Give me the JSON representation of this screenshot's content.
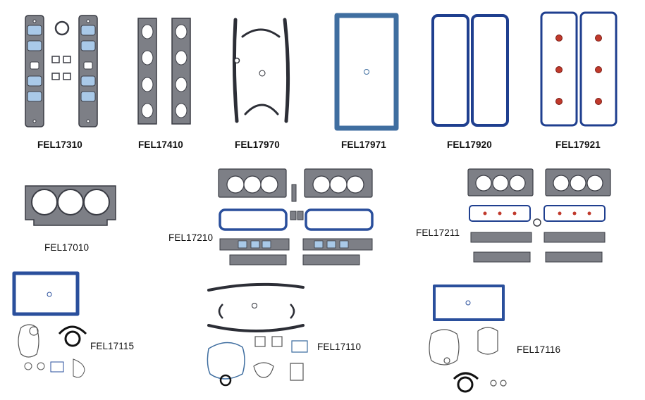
{
  "colors": {
    "gasket_gray": "#7d7f86",
    "gasket_dark": "#3a3c44",
    "gasket_blue": "#3f6ea0",
    "gasket_navy": "#1f3f8f",
    "accent_red": "#c0392b",
    "window_blue": "#a9c9e8"
  },
  "parts": [
    {
      "code": "FEL17310"
    },
    {
      "code": "FEL17410"
    },
    {
      "code": "FEL17970"
    },
    {
      "code": "FEL17971"
    },
    {
      "code": "FEL17920"
    },
    {
      "code": "FEL17921"
    },
    {
      "code": "FEL17010"
    },
    {
      "code": "FEL17210"
    },
    {
      "code": "FEL17211"
    },
    {
      "code": "FEL17115"
    },
    {
      "code": "FEL17110"
    },
    {
      "code": "FEL17116"
    }
  ]
}
